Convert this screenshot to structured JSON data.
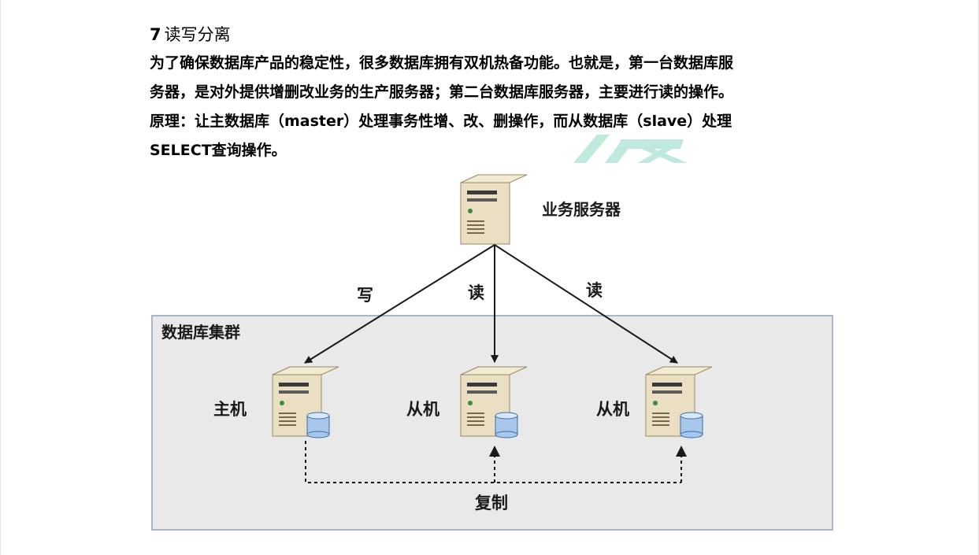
{
  "heading": {
    "number": "7",
    "title": "读写分离"
  },
  "paragraph": [
    "为了确保数据库产品的稳定性，很多数据库拥有双机热备功能。也就是，第一台数据库服",
    "务器，是对外提供增删改业务的生产服务器；第二台数据库服务器，主要进行读的操作。",
    "原理：让主数据库（master）处理事务性增、改、删操作，而从数据库（slave）处理",
    "SELECT查询操作。"
  ],
  "diagram": {
    "app_server_label": "业务服务器",
    "cluster_label": "数据库集群",
    "edge_write": "写",
    "edge_read_1": "读",
    "edge_read_2": "读",
    "master_label": "主机",
    "slave_1_label": "从机",
    "slave_2_label": "从机",
    "replication_label": "复制"
  },
  "colors": {
    "cluster_fill": "#e9e9e9",
    "cluster_border": "#a8b6c8",
    "server_body": "#e9dcbc",
    "server_side": "#c5b48a",
    "db_cylinder": "#a9c7ea",
    "watermark": "#bfe8de"
  }
}
